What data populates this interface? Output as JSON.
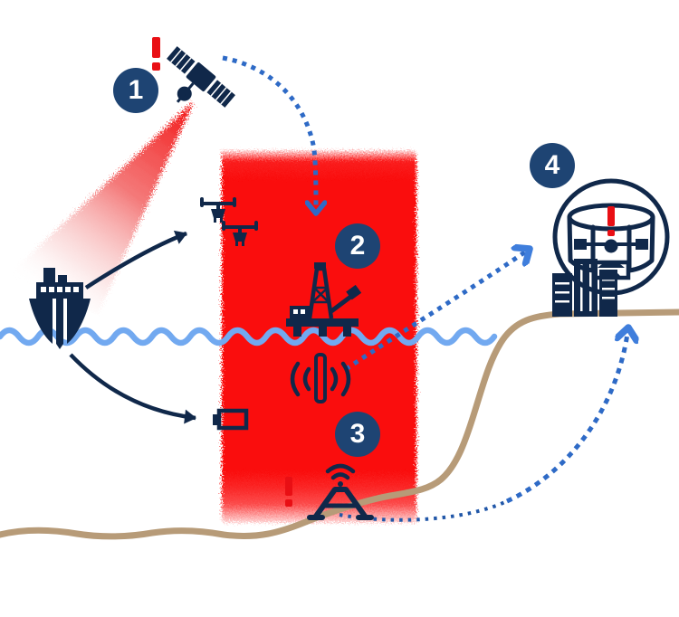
{
  "colors": {
    "navy": "#10284a",
    "badge": "#1e4473",
    "dash": "#2e6ac6",
    "dashhead": "#3f7edc",
    "water": "#72a9f0",
    "sand": "#b79b78",
    "zone": "#fa0707",
    "alert": "#e90f14",
    "white": "#ffffff"
  },
  "diagram": {
    "type": "maritime-surveillance-infographic",
    "badges": [
      {
        "label": "1"
      },
      {
        "label": "2"
      },
      {
        "label": "3"
      },
      {
        "label": "4"
      }
    ],
    "icons": [
      {
        "name": "satellite-icon"
      },
      {
        "name": "ship-icon"
      },
      {
        "name": "drone-icon"
      },
      {
        "name": "drone-icon"
      },
      {
        "name": "auv-icon"
      },
      {
        "name": "oil-rig-icon"
      },
      {
        "name": "sonar-sensor-icon"
      },
      {
        "name": "seabed-sensor-icon"
      },
      {
        "name": "control-center-building-icon"
      },
      {
        "name": "operator-display-icon"
      },
      {
        "name": "alert-exclamation-icon"
      }
    ],
    "zones": [
      {
        "name": "restricted-red-zone",
        "color": "#fa0707"
      }
    ],
    "lines": [
      {
        "name": "waterline",
        "color": "#72a9f0"
      },
      {
        "name": "seabed",
        "color": "#b79b78"
      }
    ],
    "arrows": [
      {
        "name": "satellite-beam",
        "style": "red-cone"
      },
      {
        "name": "ship-to-drone",
        "style": "solid-navy"
      },
      {
        "name": "ship-to-auv",
        "style": "solid-navy"
      },
      {
        "name": "satellite-to-rig",
        "style": "dashed-blue"
      },
      {
        "name": "sensors-to-control-center",
        "style": "dashed-blue"
      },
      {
        "name": "seabed-sensor-to-control-center",
        "style": "dashed-blue"
      }
    ]
  }
}
